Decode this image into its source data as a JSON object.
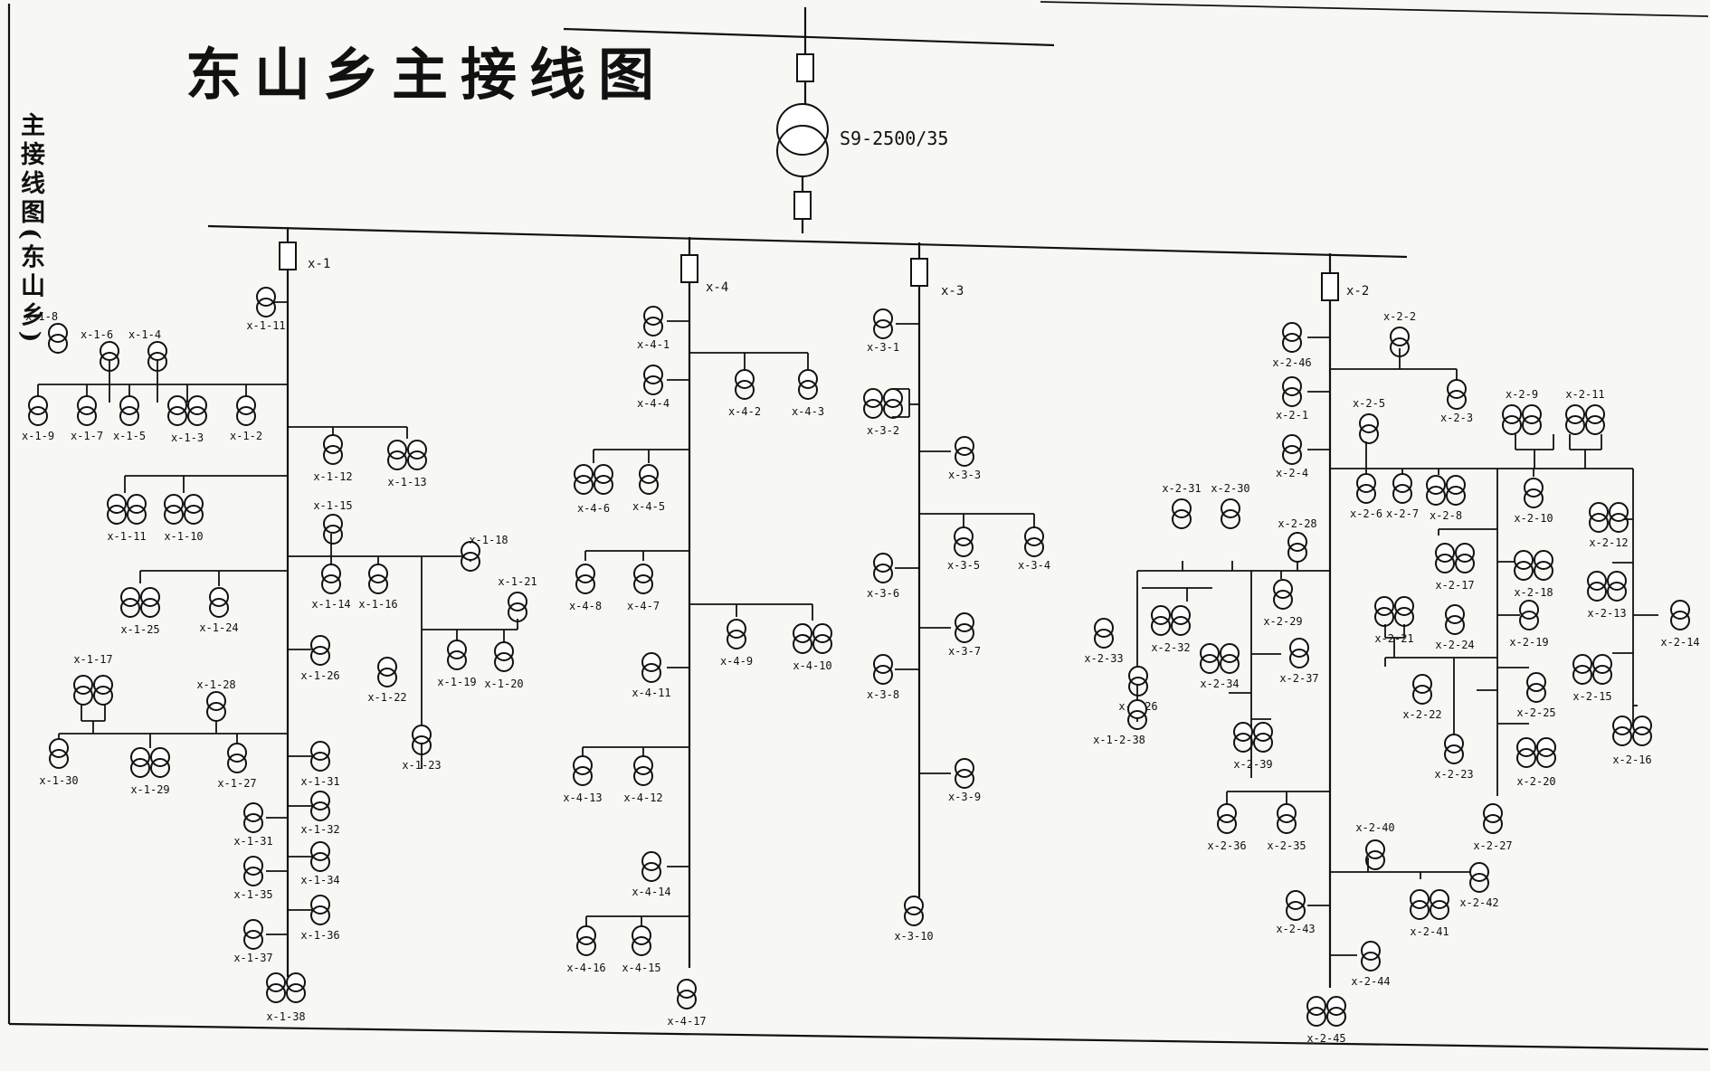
{
  "title": "东山乡主接线图",
  "side_title": "主接线图(东山乡)",
  "main_transformer": {
    "model": "S9-2500/35"
  },
  "feeders": [
    {
      "id": "f1",
      "label": "x-1"
    },
    {
      "id": "f4",
      "label": "x-4"
    },
    {
      "id": "f3",
      "label": "x-3"
    },
    {
      "id": "f2",
      "label": "x-2"
    }
  ],
  "transformers": [
    {
      "id": "x-1-11",
      "double": false
    },
    {
      "id": "x-1-8",
      "double": false
    },
    {
      "id": "x-1-6",
      "double": false
    },
    {
      "id": "x-1-4",
      "double": false
    },
    {
      "id": "x-1-9",
      "double": false
    },
    {
      "id": "x-1-7",
      "double": false
    },
    {
      "id": "x-1-5",
      "double": false
    },
    {
      "id": "x-1-3",
      "double": true
    },
    {
      "id": "x-1-2",
      "double": false
    },
    {
      "id": "x-1-12",
      "double": false
    },
    {
      "id": "x-1-13",
      "double": true
    },
    {
      "id": "x-1-11",
      "double": true
    },
    {
      "id": "x-1-10",
      "double": true
    },
    {
      "id": "x-1-15",
      "double": false
    },
    {
      "id": "x-1-14",
      "double": false
    },
    {
      "id": "x-1-16",
      "double": false
    },
    {
      "id": "x-1-18",
      "double": false
    },
    {
      "id": "x-1-21",
      "double": false
    },
    {
      "id": "x-1-25",
      "double": true
    },
    {
      "id": "x-1-24",
      "double": false
    },
    {
      "id": "x-1-26",
      "double": false
    },
    {
      "id": "x-1-22",
      "double": false
    },
    {
      "id": "x-1-19",
      "double": false
    },
    {
      "id": "x-1-20",
      "double": false
    },
    {
      "id": "x-1-17",
      "double": true
    },
    {
      "id": "x-1-28",
      "double": false
    },
    {
      "id": "x-1-23",
      "double": false
    },
    {
      "id": "x-1-30",
      "double": false
    },
    {
      "id": "x-1-29",
      "double": true
    },
    {
      "id": "x-1-27",
      "double": false
    },
    {
      "id": "x-1-31",
      "double": false
    },
    {
      "id": "x-1-31",
      "double": false
    },
    {
      "id": "x-1-32",
      "double": false
    },
    {
      "id": "x-1-35",
      "double": false
    },
    {
      "id": "x-1-34",
      "double": false
    },
    {
      "id": "x-1-36",
      "double": false
    },
    {
      "id": "x-1-37",
      "double": false
    },
    {
      "id": "x-1-38",
      "double": true
    },
    {
      "id": "x-4-1",
      "double": false
    },
    {
      "id": "x-4-4",
      "double": false
    },
    {
      "id": "x-4-2",
      "double": false
    },
    {
      "id": "x-4-3",
      "double": false
    },
    {
      "id": "x-4-6",
      "double": true
    },
    {
      "id": "x-4-5",
      "double": false
    },
    {
      "id": "x-4-8",
      "double": false
    },
    {
      "id": "x-4-7",
      "double": false
    },
    {
      "id": "x-4-9",
      "double": false
    },
    {
      "id": "x-4-10",
      "double": true
    },
    {
      "id": "x-4-11",
      "double": false
    },
    {
      "id": "x-4-13",
      "double": false
    },
    {
      "id": "x-4-12",
      "double": false
    },
    {
      "id": "x-4-14",
      "double": false
    },
    {
      "id": "x-4-16",
      "double": false
    },
    {
      "id": "x-4-15",
      "double": false
    },
    {
      "id": "x-4-17",
      "double": false
    },
    {
      "id": "x-3-1",
      "double": false
    },
    {
      "id": "x-3-2",
      "double": true
    },
    {
      "id": "x-3-3",
      "double": false
    },
    {
      "id": "x-3-5",
      "double": false
    },
    {
      "id": "x-3-4",
      "double": false
    },
    {
      "id": "x-3-6",
      "double": false
    },
    {
      "id": "x-3-7",
      "double": false
    },
    {
      "id": "x-3-8",
      "double": false
    },
    {
      "id": "x-3-9",
      "double": false
    },
    {
      "id": "x-3-10",
      "double": false
    },
    {
      "id": "x-2-2",
      "double": false
    },
    {
      "id": "x-2-46",
      "double": false
    },
    {
      "id": "x-2-3",
      "double": false
    },
    {
      "id": "x-2-1",
      "double": false
    },
    {
      "id": "x-2-4",
      "double": false
    },
    {
      "id": "x-2-5",
      "double": false
    },
    {
      "id": "x-2-9",
      "double": true
    },
    {
      "id": "x-2-11",
      "double": true
    },
    {
      "id": "x-2-6",
      "double": false
    },
    {
      "id": "x-2-7",
      "double": false
    },
    {
      "id": "x-2-8",
      "double": true
    },
    {
      "id": "x-2-10",
      "double": false
    },
    {
      "id": "x-2-12",
      "double": true
    },
    {
      "id": "x-2-31",
      "double": false
    },
    {
      "id": "x-2-30",
      "double": false
    },
    {
      "id": "x-2-28",
      "double": false
    },
    {
      "id": "x-2-17",
      "double": true
    },
    {
      "id": "x-2-18",
      "double": true
    },
    {
      "id": "x-2-13",
      "double": true
    },
    {
      "id": "x-2-33",
      "double": false
    },
    {
      "id": "x-2-32",
      "double": true
    },
    {
      "id": "x-2-29",
      "double": false
    },
    {
      "id": "x-2-21",
      "double": true
    },
    {
      "id": "x-2-24",
      "double": false
    },
    {
      "id": "x-2-19",
      "double": false
    },
    {
      "id": "x-2-14",
      "double": false
    },
    {
      "id": "x-2-34",
      "double": true
    },
    {
      "id": "x-2-37",
      "double": false
    },
    {
      "id": "x-2-26",
      "double": false
    },
    {
      "id": "x-2-22",
      "double": false
    },
    {
      "id": "x-2-25",
      "double": false
    },
    {
      "id": "x-2-15",
      "double": true
    },
    {
      "id": "x-1-2-38",
      "double": false
    },
    {
      "id": "x-2-39",
      "double": true
    },
    {
      "id": "x-2-23",
      "double": false
    },
    {
      "id": "x-2-20",
      "double": true
    },
    {
      "id": "x-2-16",
      "double": true
    },
    {
      "id": "x-2-36",
      "double": false
    },
    {
      "id": "x-2-35",
      "double": false
    },
    {
      "id": "x-2-27",
      "double": false
    },
    {
      "id": "x-2-40",
      "double": false
    },
    {
      "id": "x-2-42",
      "double": false
    },
    {
      "id": "x-2-43",
      "double": false
    },
    {
      "id": "x-2-41",
      "double": true
    },
    {
      "id": "x-2-44",
      "double": false
    },
    {
      "id": "x-2-45",
      "double": true
    }
  ]
}
